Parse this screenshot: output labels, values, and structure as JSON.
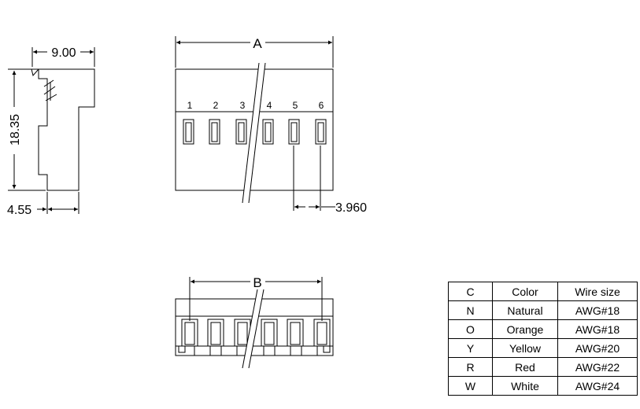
{
  "dimensions": {
    "side_width": "9.00",
    "side_height": "18.35",
    "side_offset": "4.55",
    "length_top": "A",
    "pitch": "3.960",
    "length_bottom": "B"
  },
  "pins": [
    "1",
    "2",
    "3",
    "4",
    "5",
    "6"
  ],
  "table": {
    "headers": [
      "C",
      "Color",
      "Wire size"
    ],
    "rows": [
      [
        "N",
        "Natural",
        "AWG#18"
      ],
      [
        "O",
        "Orange",
        "AWG#18"
      ],
      [
        "Y",
        "Yellow",
        "AWG#20"
      ],
      [
        "R",
        "Red",
        "AWG#22"
      ],
      [
        "W",
        "White",
        "AWG#24"
      ]
    ]
  }
}
